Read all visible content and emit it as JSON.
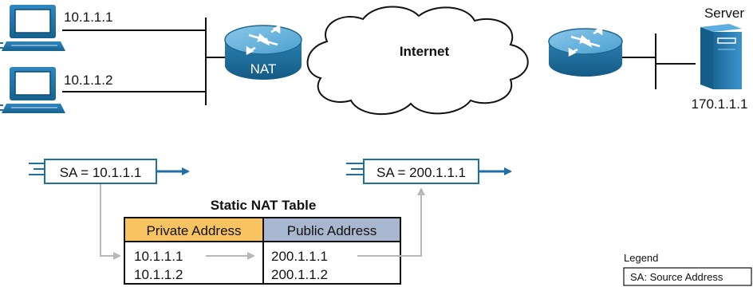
{
  "hosts": [
    {
      "ip": "10.1.1.1"
    },
    {
      "ip": "10.1.1.2"
    }
  ],
  "nat_router": {
    "label": "NAT"
  },
  "internet": {
    "label": "Internet"
  },
  "server": {
    "label": "Server",
    "ip": "170.1.1.1"
  },
  "packets": {
    "before": "SA = 10.1.1.1",
    "after": "SA = 200.1.1.1"
  },
  "nat_table": {
    "title": "Static NAT Table",
    "headers": [
      "Private Address",
      "Public Address"
    ],
    "rows": [
      [
        "10.1.1.1",
        "200.1.1.1"
      ],
      [
        "10.1.1.2",
        "200.1.1.2"
      ]
    ]
  },
  "legend": {
    "title": "Legend",
    "items": [
      "SA: Source Address"
    ]
  },
  "colors": {
    "router": "#2e86b8",
    "router_dark": "#1f6690",
    "private_header": "#f7c461",
    "public_header": "#a9b6cf",
    "arrow_blue": "#1e6fa8",
    "arrow_gray": "#b8b8b8"
  }
}
